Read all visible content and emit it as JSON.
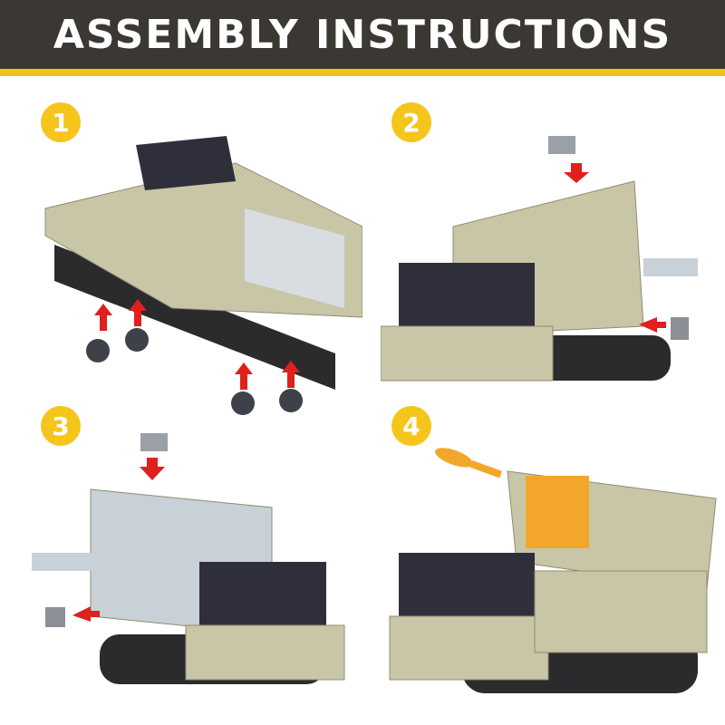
{
  "header": {
    "title": "ASSEMBLY INSTRUCTIONS"
  },
  "steps": [
    {
      "number": "1"
    },
    {
      "number": "2"
    },
    {
      "number": "3"
    },
    {
      "number": "4"
    }
  ],
  "colors": {
    "header_bg": "#3b3733",
    "accent": "#f2c21b",
    "arrow": "#e0201c",
    "body": "#c9c6a8",
    "track": "#2b2b2e"
  }
}
